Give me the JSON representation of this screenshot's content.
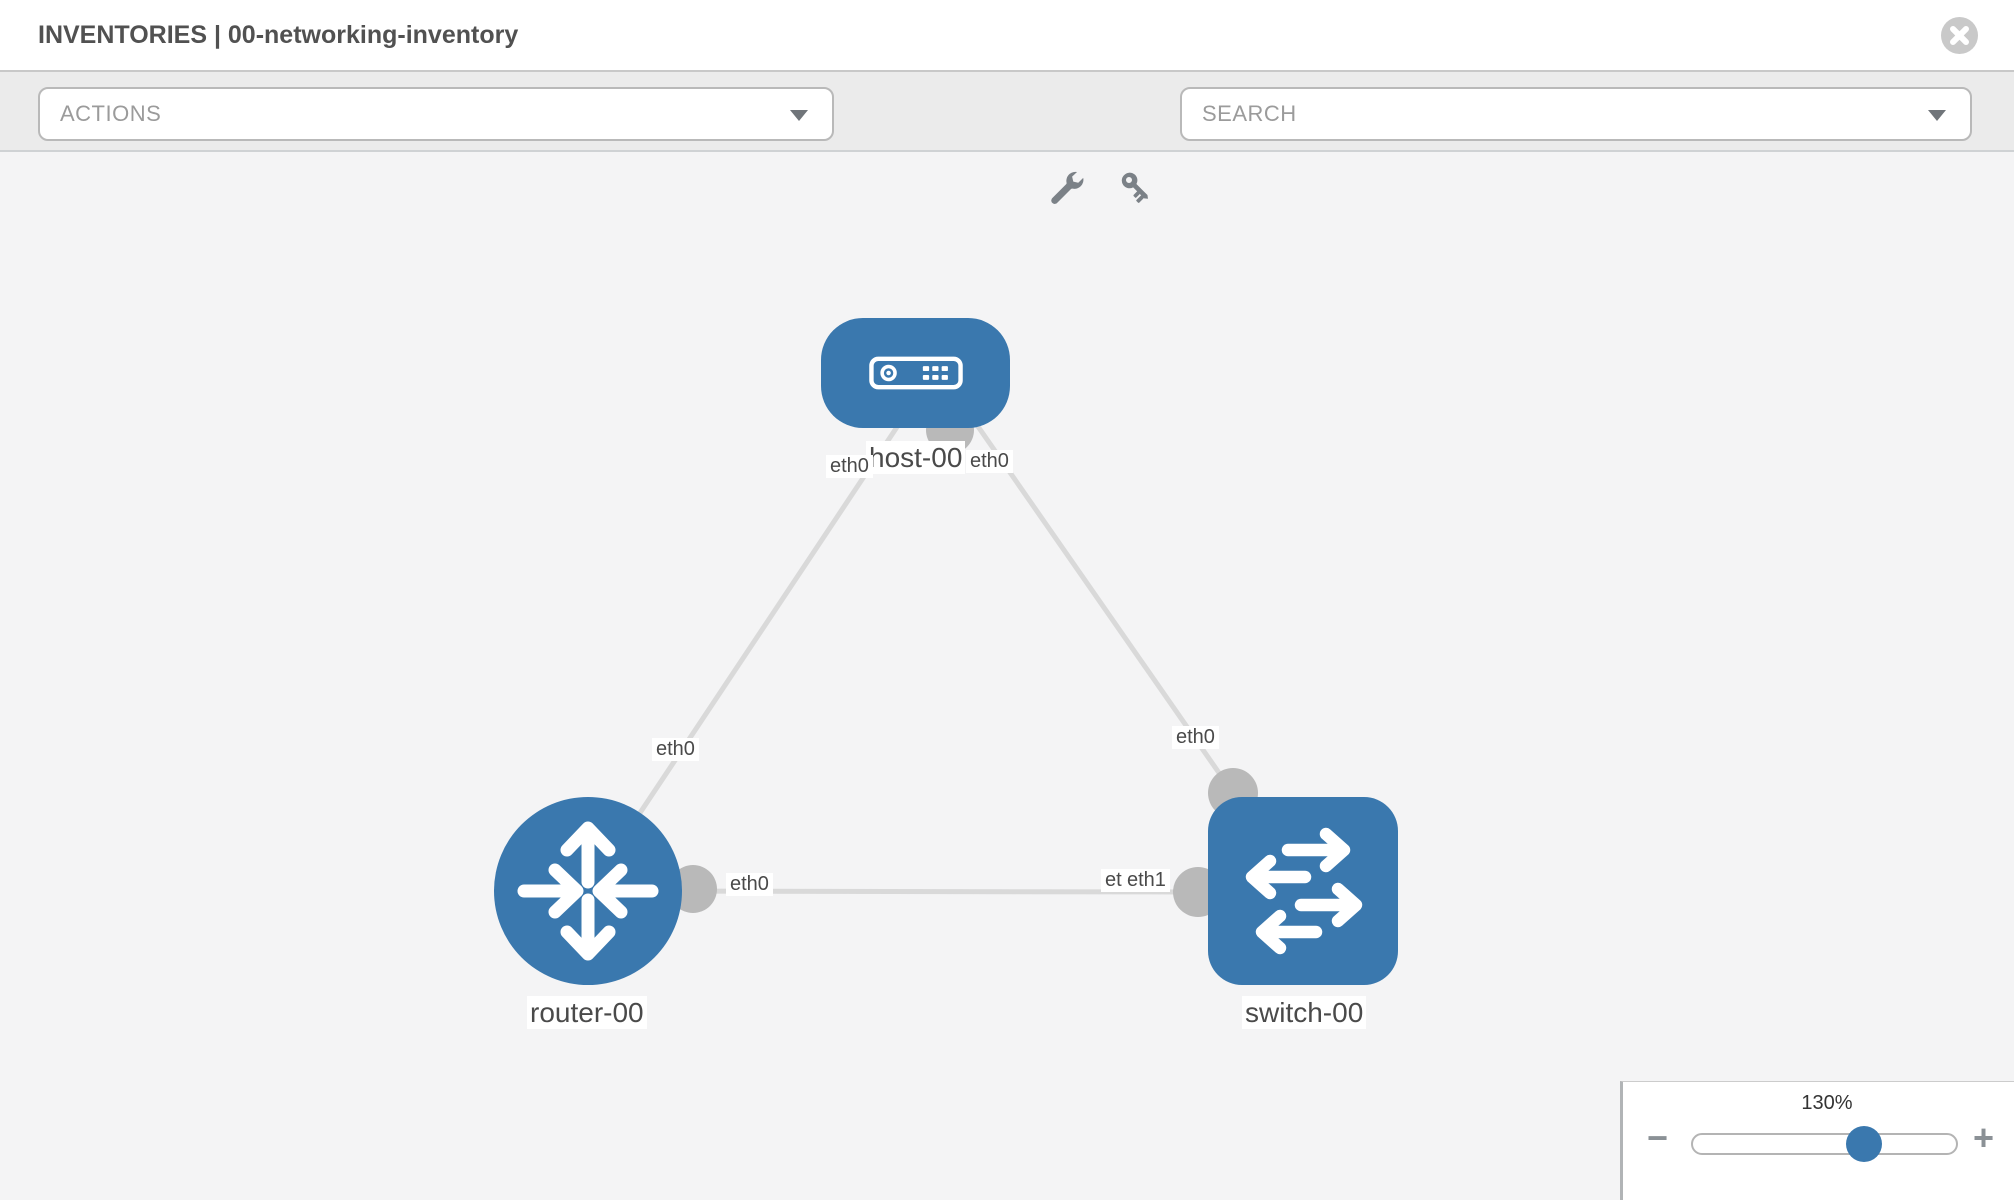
{
  "header": {
    "title": "INVENTORIES | 00-networking-inventory"
  },
  "toolbar": {
    "actions_placeholder": "ACTIONS",
    "search_placeholder": "SEARCH",
    "tool_icons": [
      "wrench-icon",
      "key-icon"
    ]
  },
  "topology": {
    "nodes": [
      {
        "label": "host-00",
        "type": "host",
        "icon": "server-icon"
      },
      {
        "label": "router-00",
        "type": "router",
        "icon": "router-arrows-icon"
      },
      {
        "label": "switch-00",
        "type": "switch",
        "icon": "switch-arrows-icon"
      }
    ],
    "links": [
      {
        "from": "host-00",
        "to": "router-00",
        "from_label": "eth0",
        "to_label": "eth0"
      },
      {
        "from": "host-00",
        "to": "switch-00",
        "from_label": "eth0",
        "to_label": "eth0"
      },
      {
        "from": "router-00",
        "to": "switch-00",
        "from_label": "eth0",
        "to_labels": [
          "eth0",
          "eth1"
        ]
      }
    ]
  },
  "zoom_control": {
    "level": "130%",
    "minus_label": "−",
    "plus_label": "+"
  },
  "colors": {
    "node_blue": "#3a78ae",
    "link_gray": "#d9d9d9",
    "connector_gray": "#b9b9b9",
    "toolbar_icon_gray": "#7b8187"
  }
}
